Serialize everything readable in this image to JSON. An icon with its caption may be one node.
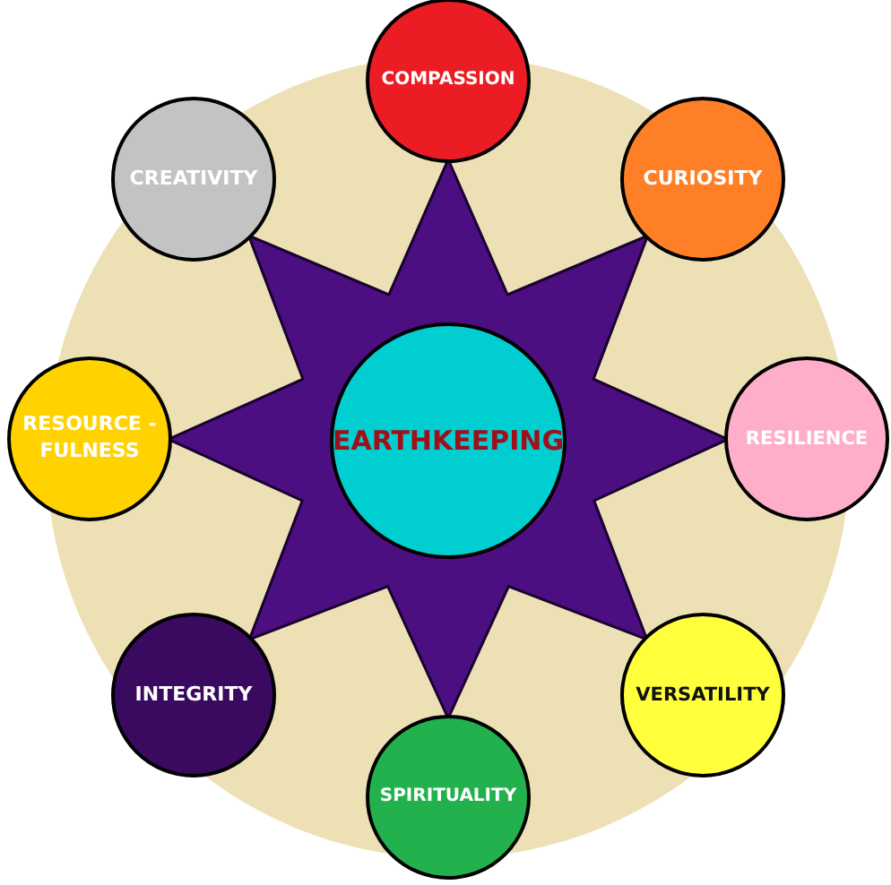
{
  "diagram": {
    "nodes": [
      {
        "text": [
          "EARTHKEEPING"
        ]
      },
      {
        "text": [
          "COMPASSION"
        ]
      },
      {
        "text": [
          "CURIOSITY"
        ]
      },
      {
        "text": [
          "RESILIENCE"
        ]
      },
      {
        "text": [
          "VERSATILITY"
        ]
      },
      {
        "text": [
          "SPIRITUALITY"
        ]
      },
      {
        "text": [
          "INTEGRITY"
        ]
      },
      {
        "text": [
          "RESOURCE -FULNESS"
        ]
      },
      {
        "text": [
          "CREATIVITY"
        ]
      }
    ]
  }
}
